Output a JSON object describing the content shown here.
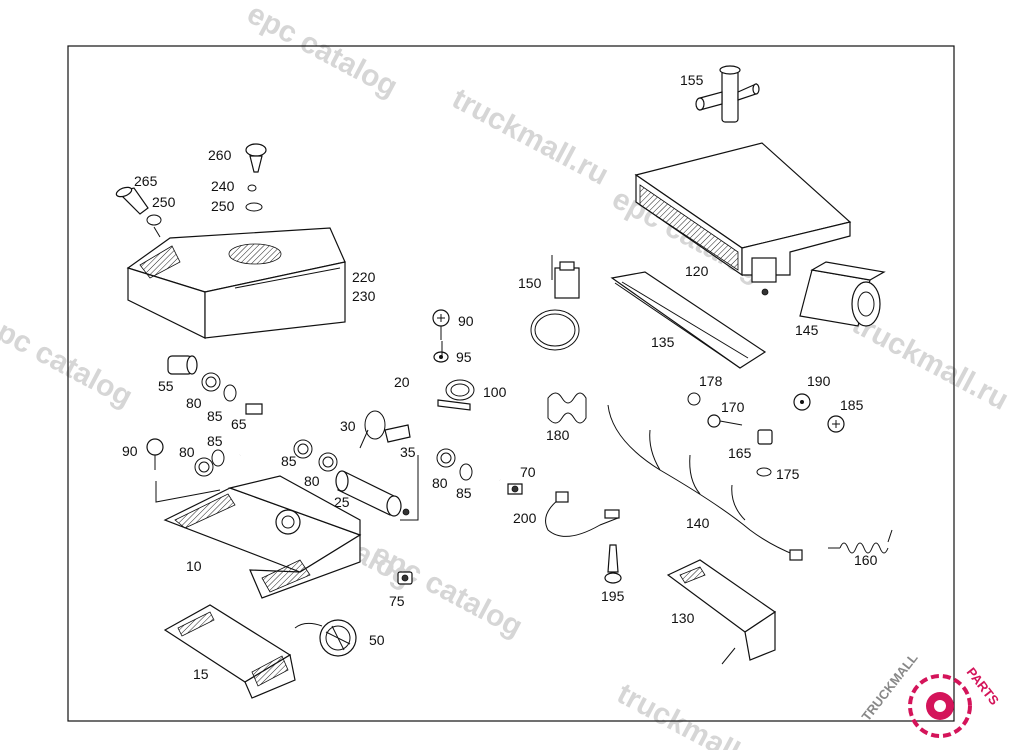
{
  "watermarks": [
    "epc catalog",
    "truckmall.ru",
    "epc catalog",
    "epc catalog",
    "truckmall.ru",
    "epc catalog",
    "truckmall.ru",
    "epc catalog",
    "truckmall.ru epc"
  ],
  "labels": [
    "155",
    "260",
    "265",
    "240",
    "250",
    "250",
    "220",
    "230",
    "150",
    "120",
    "135",
    "145",
    "90",
    "95",
    "100",
    "20",
    "55",
    "80",
    "85",
    "65",
    "90",
    "80",
    "85",
    "30",
    "35",
    "85",
    "80",
    "25",
    "80",
    "85",
    "70",
    "178",
    "170",
    "190",
    "185",
    "165",
    "175",
    "180",
    "140",
    "200",
    "10",
    "75",
    "195",
    "160",
    "130",
    "15",
    "50"
  ],
  "logo": {
    "text_dark": "TRUCKMALL",
    "text_accent": "PARTS",
    "accent_color": "#d4145a"
  },
  "colors": {
    "frame": "#111111",
    "watermark": "#d6d6d6"
  }
}
